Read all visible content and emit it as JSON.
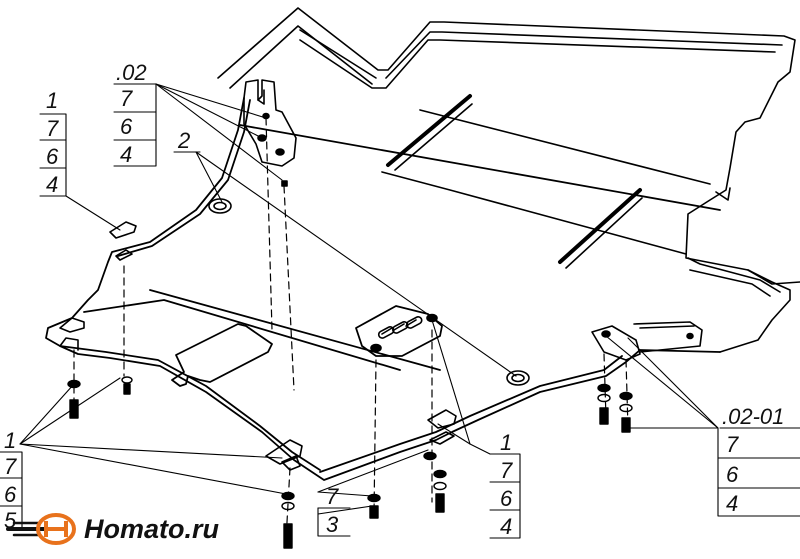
{
  "callouts": {
    "top_center": {
      "rows": [
        ".02",
        "7",
        "6",
        "4"
      ]
    },
    "top_left": {
      "rows": [
        "1",
        "7",
        "6",
        "4"
      ]
    },
    "middle_label": "2",
    "right": {
      "rows": [
        ".02-01",
        "7",
        "6",
        "4"
      ]
    },
    "bottom_left": {
      "rows": [
        "1",
        "7",
        "6",
        "5"
      ]
    },
    "bottom_center": {
      "rows": [
        "7",
        "3"
      ]
    },
    "bottom_mid": {
      "rows": [
        "1",
        "7",
        "6",
        "4"
      ]
    }
  },
  "logo": {
    "text": "Homato.ru",
    "brand_color": "#e8721c"
  }
}
